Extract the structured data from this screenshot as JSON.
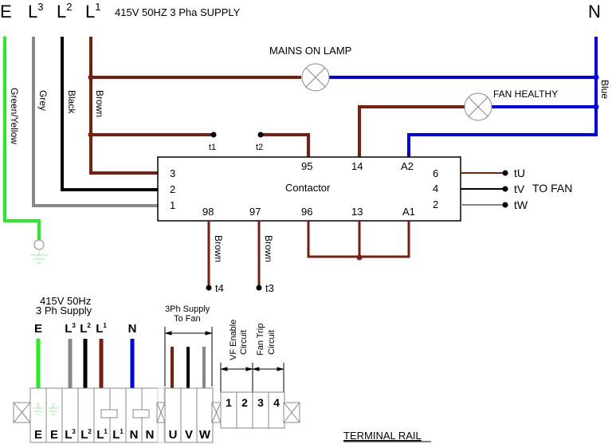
{
  "header": {
    "earth": "E",
    "l3": "L",
    "l3_sup": "3",
    "l2": "L",
    "l2_sup": "2",
    "l1": "L",
    "l1_sup": "1",
    "supply_title": "415V 50HZ 3 Pha SUPPLY",
    "neutral": "N"
  },
  "wire_labels": {
    "green_yellow": "Green/Yellow",
    "grey": "Grey",
    "black": "Black",
    "brown": "Brown",
    "blue": "Blue",
    "brown_t4": "Brown",
    "brown_t3": "Brown"
  },
  "lamps": {
    "mains_on": "MAINS ON LAMP",
    "fan_healthy": "FAN HEALTHY"
  },
  "contactor": {
    "title": "Contactor",
    "left_terminals": [
      "3",
      "2",
      "1"
    ],
    "top_terminals": [
      "95",
      "14",
      "A2"
    ],
    "bottom_terminals": [
      "98",
      "97",
      "96",
      "13",
      "A1"
    ],
    "right_terminals": [
      "6",
      "4",
      "2"
    ]
  },
  "terminals": {
    "t1": "t1",
    "t2": "t2",
    "t3": "t3",
    "t4": "t4",
    "tU": "tU",
    "tV": "tV",
    "tW": "tW",
    "to_fan": "TO FAN"
  },
  "rail": {
    "supply_title_line1": "415V 50Hz",
    "supply_title_line2": "3 Ph Supply",
    "supply_wires": [
      {
        "label": "E",
        "sup": "",
        "color": "#22ee22"
      },
      {
        "label": "L",
        "sup": "3",
        "color": "#888888"
      },
      {
        "label": "L",
        "sup": "2",
        "color": "#000000"
      },
      {
        "label": "L",
        "sup": "1",
        "color": "#7a1e0e"
      },
      {
        "label": "N",
        "sup": "",
        "color": "#0000ee"
      }
    ],
    "supply_blocks": [
      {
        "label": "E",
        "sup": ""
      },
      {
        "label": "E",
        "sup": ""
      },
      {
        "label": "L",
        "sup": "3"
      },
      {
        "label": "L",
        "sup": "2"
      },
      {
        "label": "L",
        "sup": "1"
      },
      {
        "label": "L",
        "sup": "1"
      },
      {
        "label": "N",
        "sup": ""
      },
      {
        "label": "N",
        "sup": ""
      }
    ],
    "fan_title_line1": "3Ph Supply",
    "fan_title_line2": "To Fan",
    "fan_blocks": [
      "U",
      "V",
      "W"
    ],
    "vf_enable_line1": "VF Enable",
    "vf_enable_line2": "Circuit",
    "fan_trip_line1": "Fan Trip",
    "fan_trip_line2": "Circuit",
    "control_blocks": [
      "1",
      "2",
      "3",
      "4"
    ],
    "caption": "TERMINAL RAIL"
  },
  "colors": {
    "brown": "#7a1e0e",
    "blue": "#0000ee",
    "green": "#22ee22",
    "grey": "#888888",
    "black": "#000000"
  }
}
